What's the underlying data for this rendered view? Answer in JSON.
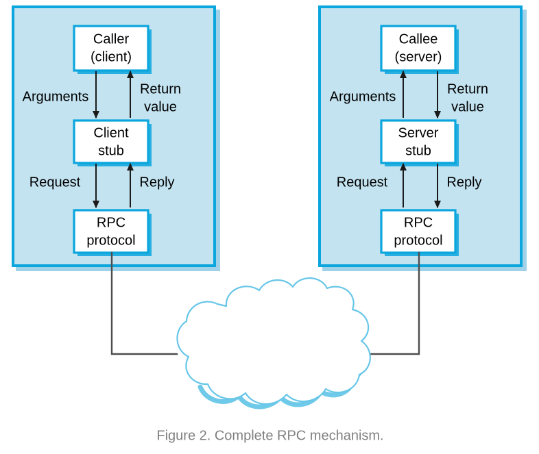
{
  "figure": {
    "caption": "Figure 2. Complete RPC mechanism.",
    "caption_color": "#808080"
  },
  "colors": {
    "panel_fill": "#c3e3f0",
    "panel_border": "#0aa6dd",
    "box_fill": "#ffffff",
    "box_border": "#0aa6dd",
    "cloud_stroke": "#67c6e8",
    "arrow": "#1a1a1a",
    "connector": "#4d4d4d",
    "background": "#ffffff"
  },
  "panels": [
    {
      "id": "client-panel",
      "side": "left",
      "nodes": [
        {
          "id": "caller",
          "line1": "Caller",
          "line2": "(client)"
        },
        {
          "id": "client-stub",
          "line1": "Client",
          "line2": "stub"
        },
        {
          "id": "client-rpc-protocol",
          "line1": "RPC",
          "line2": "protocol"
        }
      ],
      "edges": [
        {
          "id": "arguments",
          "line1": "Arguments",
          "line2": "",
          "direction": "down"
        },
        {
          "id": "return-value",
          "line1": "Return",
          "line2": "value",
          "direction": "up"
        },
        {
          "id": "request",
          "line1": "Request",
          "line2": "",
          "direction": "down"
        },
        {
          "id": "reply",
          "line1": "Reply",
          "line2": "",
          "direction": "up"
        }
      ]
    },
    {
      "id": "server-panel",
      "side": "right",
      "nodes": [
        {
          "id": "callee",
          "line1": "Callee",
          "line2": "(server)"
        },
        {
          "id": "server-stub",
          "line1": "Server",
          "line2": "stub"
        },
        {
          "id": "server-rpc-protocol",
          "line1": "RPC",
          "line2": "protocol"
        }
      ],
      "edges": [
        {
          "id": "arguments",
          "line1": "Arguments",
          "line2": "",
          "direction": "up"
        },
        {
          "id": "return-value",
          "line1": "Return",
          "line2": "value",
          "direction": "down"
        },
        {
          "id": "request",
          "line1": "Request",
          "line2": "",
          "direction": "up"
        },
        {
          "id": "reply",
          "line1": "Reply",
          "line2": "",
          "direction": "down"
        }
      ]
    }
  ],
  "network": {
    "id": "network-cloud",
    "label": ""
  }
}
